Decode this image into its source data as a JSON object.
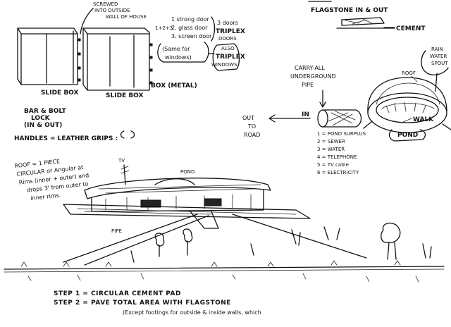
{
  "title": {
    "line1": "FLAGSTONE IN & OUT",
    "cement": "CEMENT"
  },
  "slide_boxes": {
    "screw_note": [
      "SCREWED",
      "INTO OUTSIDE",
      "WALL OF HOUSE"
    ],
    "box_label_1": "SLIDE BOX",
    "box_label_2": "SLIDE BOX",
    "box_metal": "BOX (METAL)",
    "numbers": "1+2+3",
    "doors": [
      "1 strong door",
      "2. glass door",
      "3. screen door"
    ],
    "three_doors": [
      "3 doors",
      "TRIPLEX",
      "DOORS"
    ],
    "windows_note": [
      "(Same for",
      "windows)"
    ],
    "also_triplex": [
      "ALSO",
      "TRIPLEX",
      "WINDOWS"
    ]
  },
  "lock": {
    "lines": [
      "BAR & BOLT",
      "LOCK",
      "(IN & OUT)"
    ],
    "handles": "HANDLES = LEATHER GRIPS :"
  },
  "pipe": {
    "title": [
      "CARRY-ALL",
      "UNDERGROUND",
      "PIPE"
    ],
    "out": "OUT",
    "to": "TO",
    "road": "ROAD",
    "in": "IN",
    "contents": [
      "1 = POND SURPLUS",
      "2 = SEWER",
      "3 = WATER",
      "4 = TELEPHONE",
      "5 = TV cable",
      "6 = ELECTRICITY"
    ]
  },
  "pond_sketch": {
    "roof": "ROOF",
    "rain": [
      "RAIN",
      "WATER",
      "SPOUT"
    ],
    "walk": "WALK",
    "pond": "POND"
  },
  "roof_note": [
    "ROOF = 1 PIECE",
    "CIRCULAR or Angular at",
    "Rims (inner + outer) and",
    "drops 3' from outer to",
    "inner rims."
  ],
  "house_sketch": {
    "tv": "TV",
    "pond": "POND",
    "pipe": "PIPE"
  },
  "steps": [
    "STEP 1 = CIRCULAR CEMENT PAD",
    "STEP 2 = PAVE TOTAL AREA WITH FLAGSTONE",
    "(Except footings for outside & inside walls, which"
  ]
}
